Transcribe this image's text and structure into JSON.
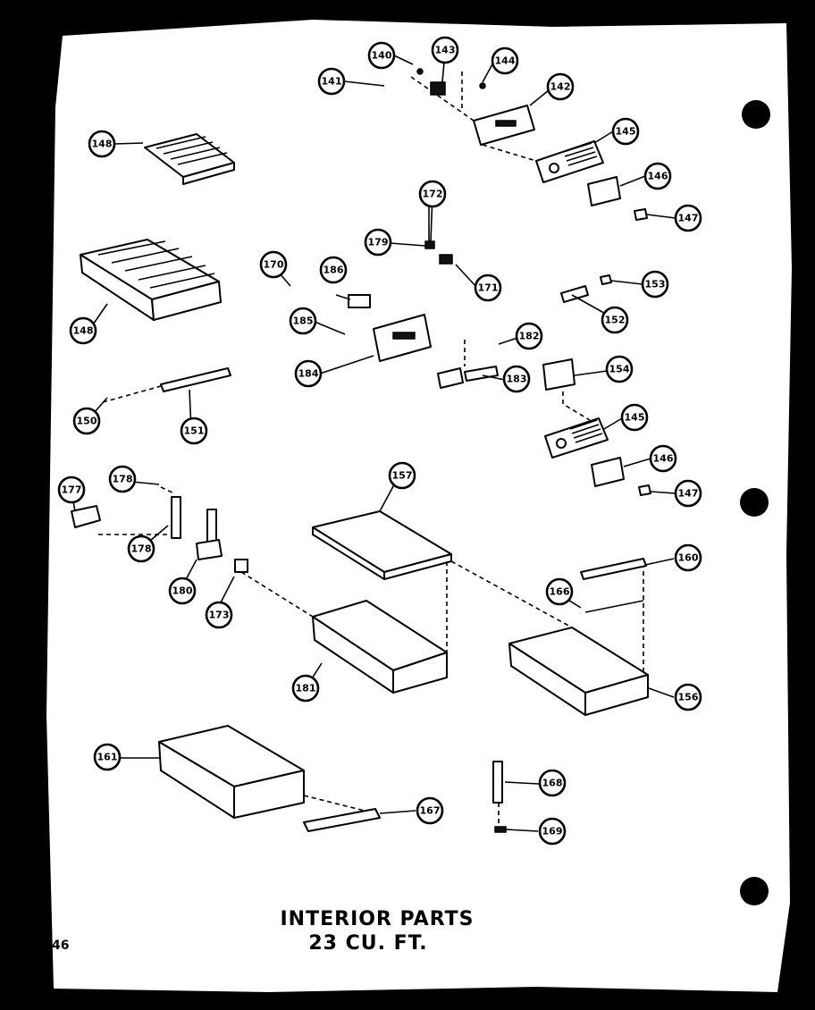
{
  "title": {
    "line1": "INTERIOR PARTS",
    "line2": "23 CU. FT."
  },
  "page_number": "46",
  "callouts": {
    "c140": "140",
    "c143": "143",
    "c144": "144",
    "c141": "141",
    "c142": "142",
    "c145a": "145",
    "c146a": "146",
    "c147a": "147",
    "c148a": "148",
    "c148b": "148",
    "c172": "172",
    "c179": "179",
    "c171": "171",
    "c170": "170",
    "c186": "186",
    "c185": "185",
    "c184": "184",
    "c182": "182",
    "c183": "183",
    "c153": "153",
    "c152": "152",
    "c154": "154",
    "c145b": "145",
    "c146b": "146",
    "c147b": "147",
    "c150": "150",
    "c151": "151",
    "c177": "177",
    "c178a": "178",
    "c178b": "178",
    "c180": "180",
    "c173": "173",
    "c157": "157",
    "c160": "160",
    "c166": "166",
    "c181": "181",
    "c156": "156",
    "c161": "161",
    "c167": "167",
    "c168": "168",
    "c169": "169"
  }
}
